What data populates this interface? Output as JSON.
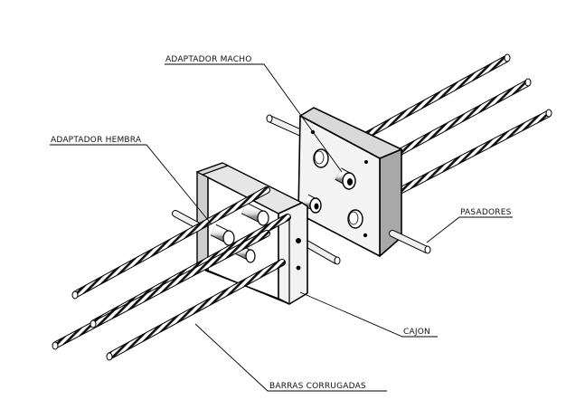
{
  "labels": {
    "adaptador_macho": "ADAPTADOR MACHO",
    "adaptador_hembra": "ADAPTADOR HEMBRA",
    "pasadores": "PASADORES",
    "cajon": "CAJON",
    "barras_corrugadas": "BARRAS CORRUGADAS"
  },
  "colors": {
    "line": "#000000",
    "face_light": "#f4f4f4",
    "face_mid": "#d9d9d9",
    "face_dark": "#a8a8a8",
    "background": "#ffffff"
  }
}
